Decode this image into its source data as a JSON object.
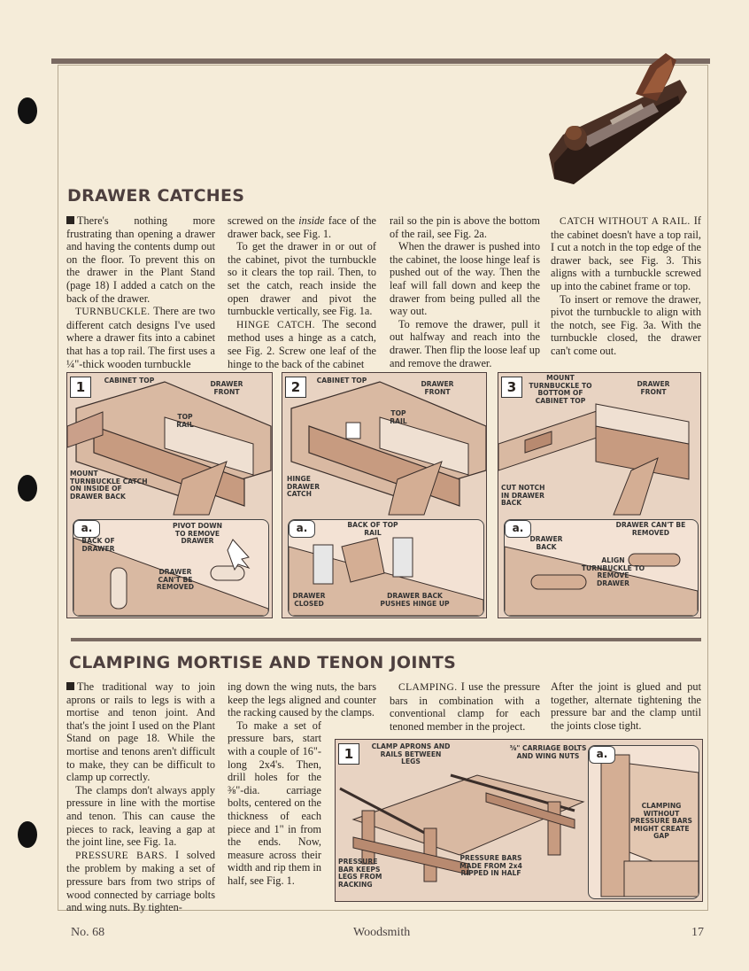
{
  "drawer_catches": {
    "title": "DRAWER CATCHES",
    "col1_p1": "There's nothing more frustrating than opening a drawer and having the contents dump out on the floor. To prevent this on the drawer in the Plant Stand (page 18) I added a catch on the back of the drawer.",
    "col1_p2_head": "TURNBUCKLE.",
    "col1_p2": "There are two different catch designs I've used where a drawer fits into a cabinet that has a top rail. The first uses a ¼\"-thick wooden turnbuckle",
    "col2_p1_pre": "screwed on the",
    "col2_p1_em": "inside",
    "col2_p1_post": "face of the drawer back, see Fig. 1.",
    "col2_p2": "To get the drawer in or out of the cabinet, pivot the turnbuckle so it clears the top rail. Then, to set the catch, reach inside the open drawer and pivot the turnbuckle vertically, see Fig. 1a.",
    "col2_p3_head": "HINGE CATCH.",
    "col2_p3": "The second method uses a hinge as a catch, see Fig. 2. Screw one leaf of the hinge to the back of the cabinet",
    "col3_p1": "rail so the pin is above the bottom of the rail, see Fig. 2a.",
    "col3_p2": "When the drawer is pushed into the cabinet, the loose hinge leaf is pushed out of the way. Then the leaf will fall down and keep the drawer from being pulled all the way out.",
    "col3_p3": "To remove the drawer, pull it out halfway and reach into the drawer. Then flip the loose leaf up and remove the drawer.",
    "col4_p1_head": "CATCH WITHOUT A RAIL.",
    "col4_p1": "If the cabinet doesn't have a top rail, I cut a notch in the top edge of the drawer back, see Fig. 3. This aligns with a turnbuckle screwed up into the cabinet frame or top.",
    "col4_p2": "To insert or remove the drawer, pivot the turnbuckle to align with the notch, see Fig. 3a. With the turnbuckle closed, the drawer can't come out."
  },
  "fig1": {
    "num": "1",
    "cabinet_top": "CABINET TOP",
    "drawer_front": "DRAWER FRONT",
    "top_rail": "TOP RAIL",
    "mount": "MOUNT TURNBUCKLE CATCH ON INSIDE OF DRAWER BACK",
    "sub_a": "a.",
    "back_of_drawer": "BACK OF DRAWER",
    "pivot_down": "PIVOT DOWN TO REMOVE DRAWER",
    "cant_be_removed": "DRAWER CAN'T BE REMOVED"
  },
  "fig2": {
    "num": "2",
    "cabinet_top": "CABINET TOP",
    "drawer_front": "DRAWER FRONT",
    "top_rail": "TOP RAIL",
    "hinge": "HINGE DRAWER CATCH",
    "sub_a": "a.",
    "back_of_top_rail": "BACK OF TOP RAIL",
    "drawer_closed": "DRAWER CLOSED",
    "pushes_hinge": "DRAWER BACK PUSHES HINGE UP"
  },
  "fig3": {
    "num": "3",
    "mount": "MOUNT TURNBUCKLE TO BOTTOM OF CABINET TOP",
    "drawer_front": "DRAWER FRONT",
    "cut_notch": "CUT NOTCH IN DRAWER BACK",
    "sub_a": "a.",
    "drawer_back": "DRAWER BACK",
    "cant_removed": "DRAWER CAN'T BE REMOVED",
    "align": "ALIGN TURNBUCKLE TO REMOVE DRAWER"
  },
  "clamping": {
    "title": "CLAMPING MORTISE AND TENON JOINTS",
    "col1_p1": "The traditional way to join aprons or rails to legs is with a mortise and tenon joint. And that's the joint I used on the Plant Stand on page 18. While the mortise and tenons aren't difficult to make, they can be difficult to clamp up correctly.",
    "col1_p2": "The clamps don't always apply pressure in line with the mortise and tenon. This can cause the pieces to rack, leaving a gap at the joint line, see Fig. 1a.",
    "col1_p3_head": "PRESSURE BARS.",
    "col1_p3": "I solved the problem by making a set of pressure bars from two strips of wood connected by carriage bolts and wing nuts. By tighten-",
    "col2_p1": "ing down the wing nuts, the bars keep the legs aligned and counter the racking caused by the clamps.",
    "col2_p2": "To make a set of pressure bars, start with a couple of 16\"-long 2x4's. Then, drill holes for the ⅜\"-dia. carriage bolts, centered on the thickness of each piece and 1\" in from the ends. Now, measure across their width and rip them in half, see Fig. 1.",
    "col3_p1_head": "CLAMPING.",
    "col3_p1": "I use the pressure bars in combination with a conventional clamp for each tenoned member in the project.",
    "col4_p1": "After the joint is glued and put together, alternate tightening the pressure bar and the clamp until the joints close tight."
  },
  "clamp_fig": {
    "num": "1",
    "clamp_aprons": "CLAMP APRONS AND RAILS BETWEEN LEGS",
    "carriage": "⅜\" CARRIAGE BOLTS AND WING NUTS",
    "pressure_bar": "PRESSURE BAR KEEPS LEGS FROM RACKING",
    "pressure_bars_made": "PRESSURE BARS MADE FROM 2x4 RIPPED IN HALF",
    "sub_a": "a.",
    "gap": "CLAMPING WITHOUT PRESSURE BARS MIGHT CREATE GAP"
  },
  "footer": {
    "left": "No. 68",
    "center": "Woodsmith",
    "right": "17"
  }
}
